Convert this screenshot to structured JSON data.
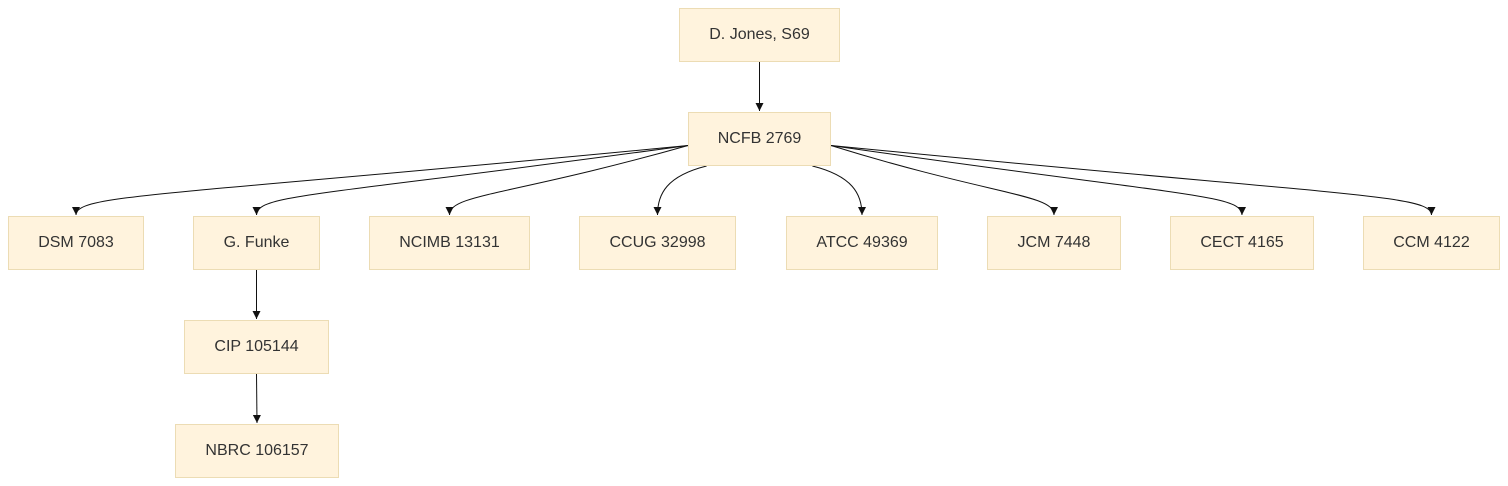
{
  "diagram": {
    "colors": {
      "node_fill": "#fff3dd",
      "node_border": "#ecdcb4",
      "edge": "#111111",
      "text": "#333333"
    },
    "nodes": [
      {
        "id": "jones",
        "label": "D. Jones, S69"
      },
      {
        "id": "ncfb",
        "label": "NCFB 2769"
      },
      {
        "id": "dsm",
        "label": "DSM 7083"
      },
      {
        "id": "funke",
        "label": "G. Funke"
      },
      {
        "id": "ncimb",
        "label": "NCIMB 13131"
      },
      {
        "id": "ccug",
        "label": "CCUG 32998"
      },
      {
        "id": "atcc",
        "label": "ATCC 49369"
      },
      {
        "id": "jcm",
        "label": "JCM 7448"
      },
      {
        "id": "cect",
        "label": "CECT 4165"
      },
      {
        "id": "ccm",
        "label": "CCM 4122"
      },
      {
        "id": "cip",
        "label": "CIP 105144"
      },
      {
        "id": "nbrc",
        "label": "NBRC 106157"
      }
    ],
    "edges": [
      {
        "from": "jones",
        "to": "ncfb"
      },
      {
        "from": "ncfb",
        "to": "dsm"
      },
      {
        "from": "ncfb",
        "to": "funke"
      },
      {
        "from": "ncfb",
        "to": "ncimb"
      },
      {
        "from": "ncfb",
        "to": "ccug"
      },
      {
        "from": "ncfb",
        "to": "atcc"
      },
      {
        "from": "ncfb",
        "to": "jcm"
      },
      {
        "from": "ncfb",
        "to": "cect"
      },
      {
        "from": "ncfb",
        "to": "ccm"
      },
      {
        "from": "funke",
        "to": "cip"
      },
      {
        "from": "cip",
        "to": "nbrc"
      }
    ]
  }
}
